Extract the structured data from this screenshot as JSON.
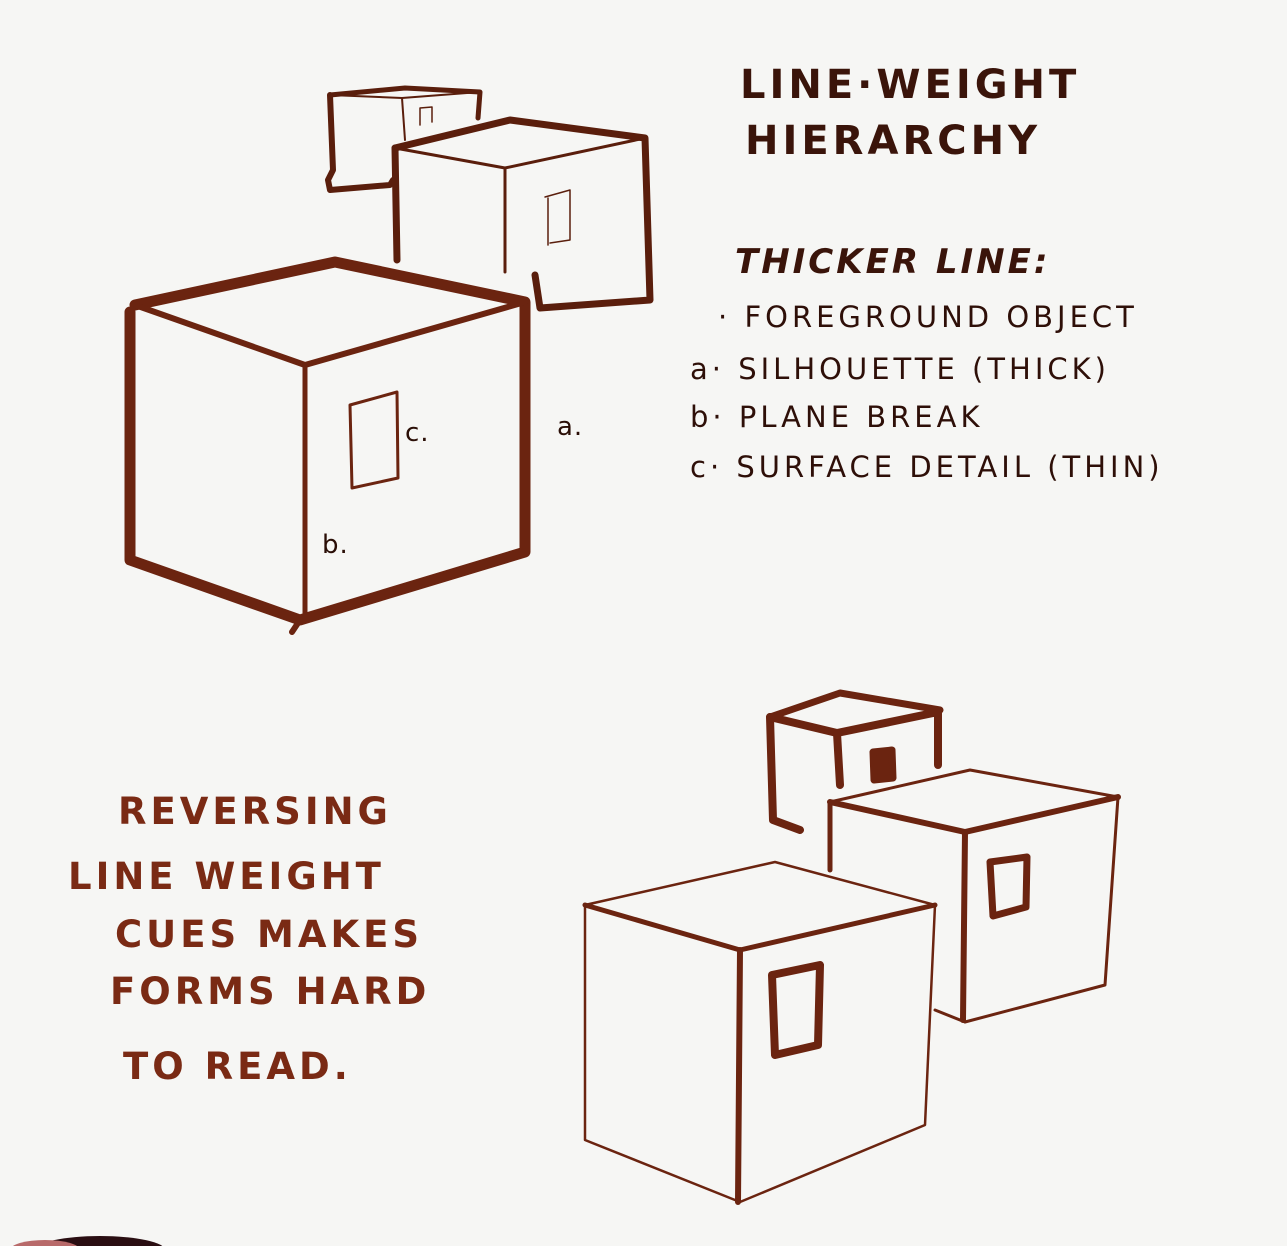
{
  "colors": {
    "paper": "#f6f6f4",
    "ink_dark": "#3a140a",
    "ink_brown": "#7a2a14",
    "ink_stroke": "#6b2410"
  },
  "heading": {
    "line1": "LINE·WEIGHT",
    "line2": "HIERARCHY"
  },
  "legend": {
    "title": "THICKER LINE:",
    "items": [
      {
        "marker": "·",
        "text": "FOREGROUND OBJECT"
      },
      {
        "marker": "a·",
        "text": "SILHOUETTE (THICK)"
      },
      {
        "marker": "b·",
        "text": "PLANE BREAK"
      },
      {
        "marker": "c·",
        "text": "SURFACE DETAIL (THIN)"
      }
    ]
  },
  "figure_top": {
    "description": "Three cubes drawn with correct line weight hierarchy: thick silhouette, medium plane break, thin surface detail",
    "labels": {
      "a": "a.",
      "b": "b.",
      "c": "c."
    }
  },
  "note": {
    "lines": [
      "REVERSING",
      "LINE WEIGHT",
      "CUES MAKES",
      "FORMS HARD",
      "TO READ."
    ]
  },
  "figure_bottom": {
    "description": "Three cubes drawn with reversed line weights: thin silhouettes, thick surface details"
  }
}
